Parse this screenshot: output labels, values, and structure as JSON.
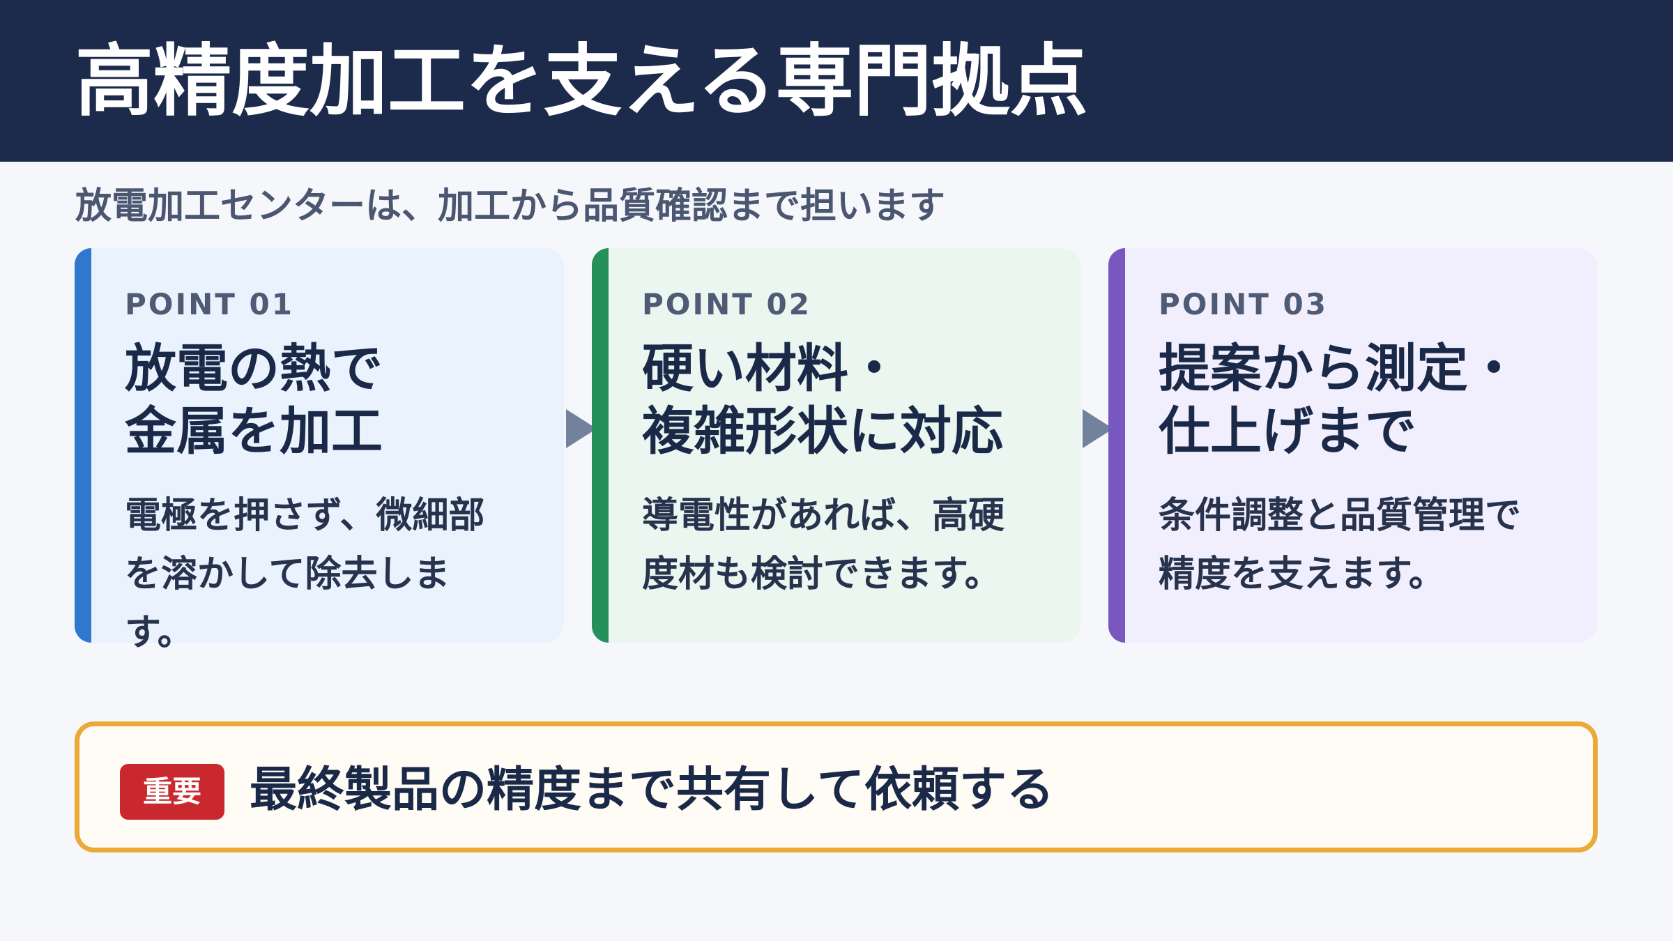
{
  "header": {
    "title": "高精度加工を支える専門拠点"
  },
  "subtitle": "放電加工センターは、加工から品質確認まで担います",
  "points": [
    {
      "kicker": "POINT 01",
      "heading_lines": [
        "放電の熱で",
        "金属を加工"
      ],
      "body_lines": [
        "電極を押さず、微細部",
        "を溶かして除去しま",
        "す。"
      ],
      "accent": "#2f78ce",
      "background": "#eaf2fe"
    },
    {
      "kicker": "POINT 02",
      "heading_lines": [
        "硬い材料・",
        "複雑形状に対応"
      ],
      "body_lines": [
        "導電性があれば、高硬",
        "度材も検討できます。"
      ],
      "accent": "#25905a",
      "background": "#eaf6ef"
    },
    {
      "kicker": "POINT 03",
      "heading_lines": [
        "提案から測定・",
        "仕上げまで"
      ],
      "body_lines": [
        "条件調整と品質管理で",
        "精度を支えます。"
      ],
      "accent": "#7858bf",
      "background": "#f1effd"
    }
  ],
  "icons": {
    "arrow": "triangle-right-icon"
  },
  "important": {
    "badge": "重要",
    "text": "最終製品の精度まで共有して依頼する",
    "border_color": "#eaa938",
    "badge_color": "#c9282f"
  },
  "colors": {
    "header_background": "#1c2a4b",
    "page_background": "#f5f7fb",
    "text_primary": "#1b2948",
    "text_secondary": "#4b5671"
  }
}
